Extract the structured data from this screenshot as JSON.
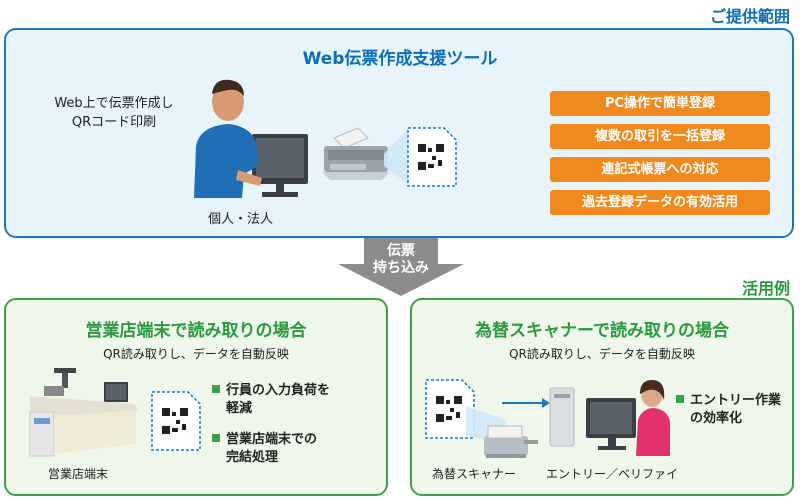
{
  "labels": {
    "scope": "ご提供範囲",
    "usage": "活用例"
  },
  "top": {
    "title": "Web伝票作成支援ツール",
    "description_line1": "Web上で伝票作成し",
    "description_line2": "QRコード印刷",
    "person_label": "個人・法人",
    "features": [
      "PC操作で簡単登録",
      "複数の取引を一括登録",
      "連記式帳票への対応",
      "過去登録データの有効活用"
    ]
  },
  "arrow": {
    "line1": "伝票",
    "line2": "持ち込み"
  },
  "left_case": {
    "title": "営業店端末で読み取りの場合",
    "subtitle": "QR読み取りし、データを自動反映",
    "bullet1_line1": "行員の入力負荷を",
    "bullet1_line2": "軽減",
    "bullet2_line1": "営業店端末での",
    "bullet2_line2": "完結処理",
    "caption": "営業店端末"
  },
  "right_case": {
    "title": "為替スキャナーで読み取りの場合",
    "subtitle": "QR読み取りし、データを自動反映",
    "bullet1_line1": "エントリー作業",
    "bullet1_line2": "の効率化",
    "caption_scanner": "為替スキャナー",
    "caption_entry": "エントリー／ベリファイ"
  },
  "colors": {
    "blue": "#1a78c2",
    "orange": "#f08a1c",
    "green": "#3aa14a",
    "grey_arrow": "#8c8c8c"
  }
}
